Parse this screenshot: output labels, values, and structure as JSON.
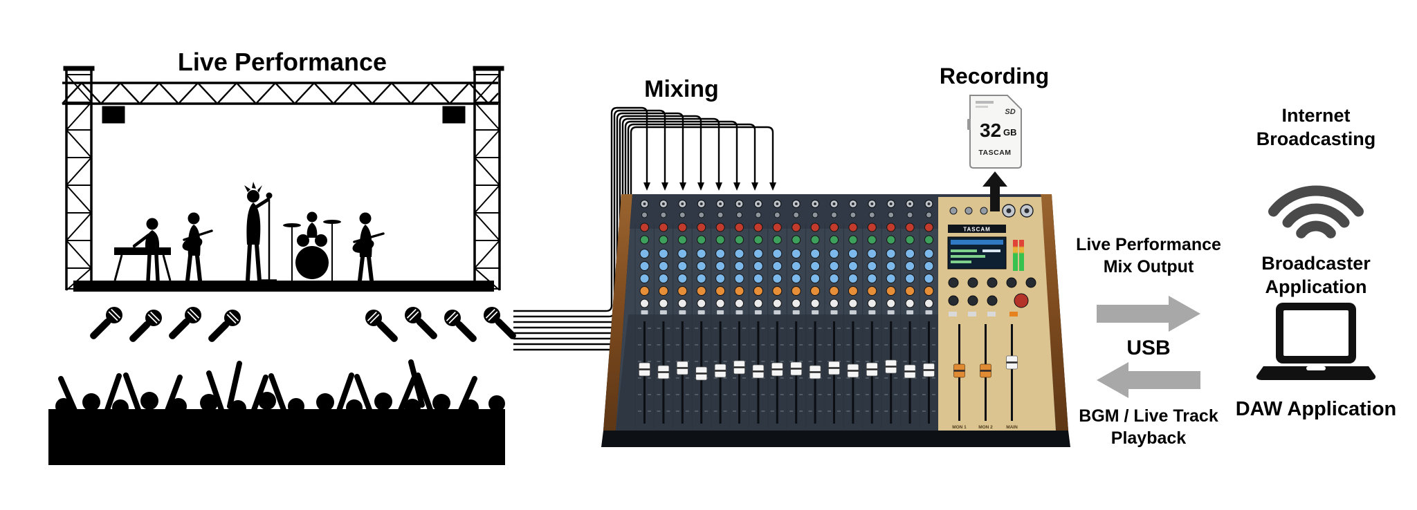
{
  "scene": {
    "stage": {
      "title": "Live Performance"
    },
    "mixing": {
      "label": "Mixing"
    },
    "recording": {
      "label": "Recording",
      "sd_card": {
        "logo": "SD",
        "capacity": "32",
        "unit": "GB",
        "brand": "TASCAM"
      }
    },
    "mixer": {
      "brand": "TASCAM",
      "fader_labels": [
        "MON 1",
        "MON 2",
        "MAIN"
      ]
    },
    "output_flow": {
      "line1": "Live Performance",
      "line2": "Mix Output",
      "usb": "USB",
      "return_line1": "BGM / Live Track",
      "return_line2": "Playback",
      "arrow_color": "#a8a8a8"
    },
    "broadcast": {
      "line1": "Internet",
      "line2": "Broadcasting",
      "app_line1": "Broadcaster",
      "app_line2": "Application",
      "daw": "DAW Application",
      "icon_color": "#4a4a4a"
    }
  }
}
